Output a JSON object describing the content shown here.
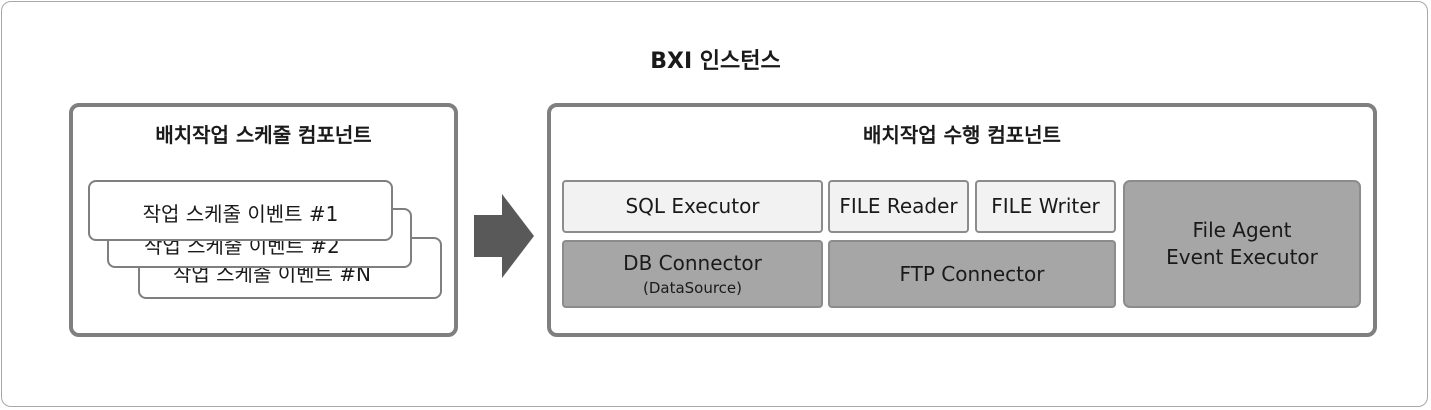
{
  "title": "BXI 인스턴스",
  "schedule_panel": {
    "title": "배치작업 스케줄 컴포넌트",
    "events": [
      "작업 스케줄 이벤트 #1",
      "작업 스케줄 이벤트 #2",
      "작업 스케줄 이벤트 #N"
    ]
  },
  "exec_panel": {
    "title": "배치작업 수행 컴포넌트",
    "sql_executor": "SQL Executor",
    "file_reader": "FILE Reader",
    "file_writer": "FILE Writer",
    "db_connector": "DB Connector",
    "db_connector_sub": "(DataSource)",
    "ftp_connector": "FTP Connector",
    "file_agent_line1": "File Agent",
    "file_agent_line2": "Event Executor"
  },
  "colors": {
    "panel_border": "#7f7f7f",
    "light_box": "#f2f2f2",
    "dark_box": "#a6a6a6",
    "arrow": "#595959"
  }
}
